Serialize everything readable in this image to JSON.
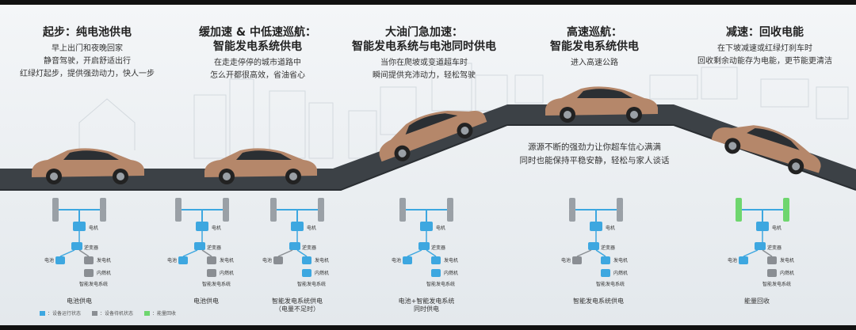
{
  "stages": [
    {
      "title": "起步：纯电池供电",
      "desc": [
        "早上出门和夜晚回家",
        "静音驾驶，开启舒适出行",
        "红绿灯起步，提供强劲动力，快人一步"
      ]
    },
    {
      "title": [
        "缓加速 & 中低速巡航：",
        "智能发电系统供电"
      ],
      "desc": [
        "在走走停停的城市道路中",
        "怎么开都很高效，省油省心"
      ]
    },
    {
      "title": [
        "大油门急加速：",
        "智能发电系统与电池同时供电"
      ],
      "desc": [
        "当你在爬坡或变道超车时",
        "瞬间提供充沛动力，轻松驾驶"
      ]
    },
    {
      "title": [
        "高速巡航：",
        "智能发电系统供电"
      ],
      "desc": [
        "进入高速公路"
      ]
    },
    {
      "title": "减速：回收电能",
      "desc": [
        "在下坡减速或红绿灯刹车时",
        "回收剩余动能存为电能，更节能更清洁"
      ]
    }
  ],
  "highway_text": [
    "源源不断的强劲力让你超车信心满满",
    "同时也能保持平稳安静，轻松与家人谈话"
  ],
  "diagram_labels": {
    "motor": "电机",
    "inverter": "逆变器",
    "battery": "电池",
    "generator": "发电机",
    "engine": "内燃机",
    "system": "智能发电系统"
  },
  "captions": [
    "电池供电",
    "电池供电",
    [
      "智能发电系统供电",
      "（电量不足时）"
    ],
    [
      "电池+智能发电系统",
      "同时供电"
    ],
    "智能发电系统供电",
    "能量回收"
  ],
  "legend": [
    "：设备运行状态",
    "：设备待机状态",
    "：能量回收"
  ],
  "colors": {
    "active": "#3da7e0",
    "standby": "#8a8e93",
    "recovery": "#6ed66e",
    "car": "#b5876a",
    "road": "#3c4146"
  }
}
